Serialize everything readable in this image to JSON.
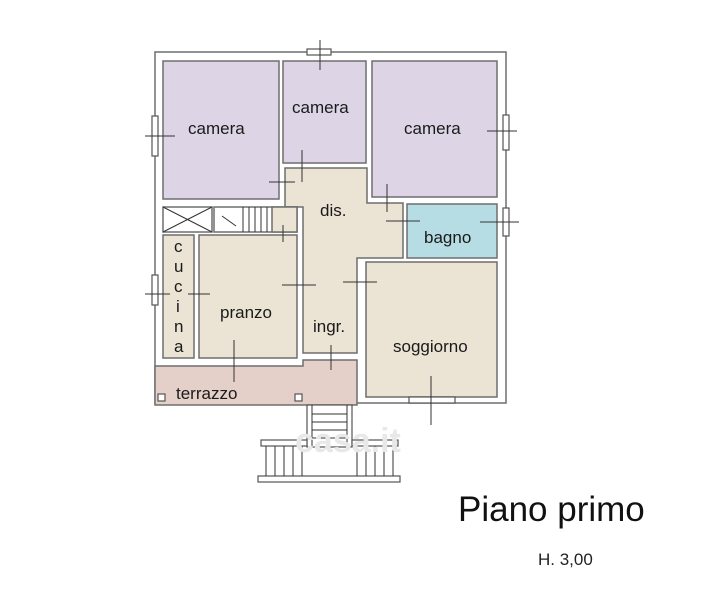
{
  "plan": {
    "title": "Piano primo",
    "height_label": "H. 3,00",
    "watermark": "casa.it",
    "rooms": {
      "camera_left": "camera",
      "camera_middle": "camera",
      "camera_right": "camera",
      "disimpegno": "dis.",
      "bagno": "bagno",
      "cucina": [
        "c",
        "u",
        "c",
        "i",
        "n",
        "a"
      ],
      "pranzo": "pranzo",
      "ingresso": "ingr.",
      "soggiorno": "soggiorno",
      "terrazzo": "terrazzo"
    },
    "colors": {
      "bedroom": "#ddd5e6",
      "living": "#ebe3d4",
      "bathroom": "#b7dde4",
      "terrace": "#e4d0c8",
      "wall": "#6e6e6e"
    }
  }
}
